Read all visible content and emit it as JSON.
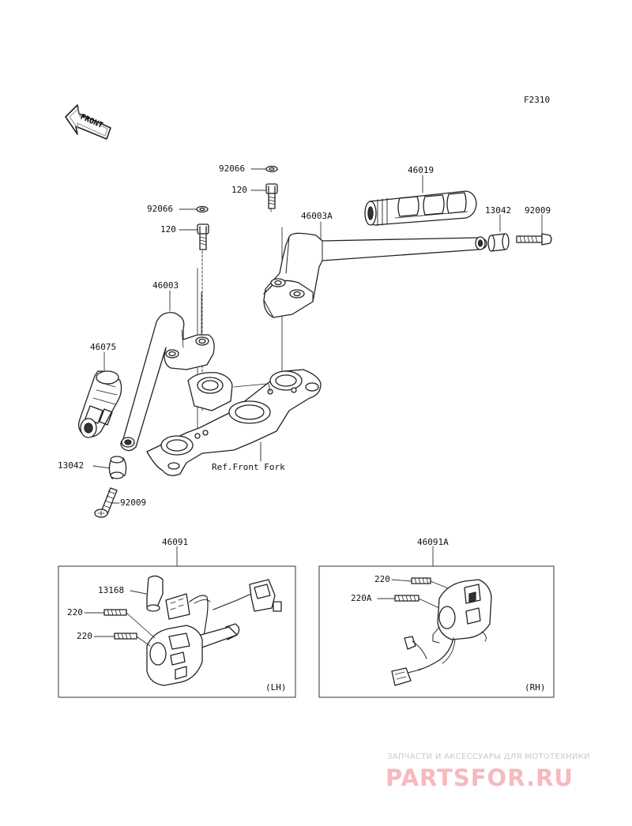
{
  "diagram": {
    "code": "F2310",
    "front_arrow": "FRONT",
    "ref_note": "Ref.Front Fork",
    "labels": {
      "p92066_top": "92066",
      "p120_top": "120",
      "p92066_left": "92066",
      "p120_left": "120",
      "p46019": "46019",
      "p46003A": "46003A",
      "p13042_right": "13042",
      "p92009_right": "92009",
      "p46003": "46003",
      "p46075": "46075",
      "p13042_left": "13042",
      "p92009_left": "92009",
      "p46091": "46091",
      "p46091A": "46091A",
      "p13168": "13168",
      "p220_lh1": "220",
      "p220_lh2": "220",
      "p220_rh": "220",
      "p220A": "220A"
    },
    "panels": {
      "left_side": "(LH)",
      "right_side": "(RH)"
    }
  },
  "watermark": {
    "tagline": "ЗАПЧАСТИ И АКСЕССУАРЫ ДЛЯ МОТОТЕХНИКИ",
    "logo": "PARTSFOR.RU"
  }
}
